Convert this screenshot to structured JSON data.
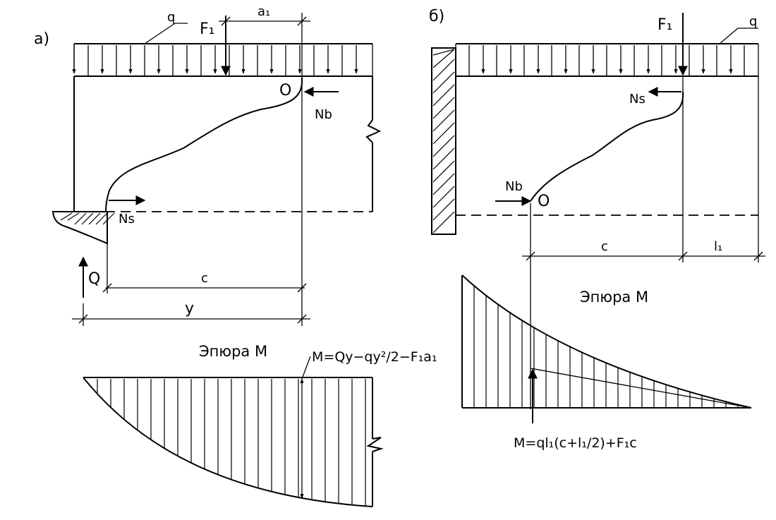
{
  "panels": {
    "a": {
      "panel_label": "а)",
      "load_label": "q",
      "force_label": "F₁",
      "dim_a1": "a₁",
      "point_O": "O",
      "force_Nb": "Nb",
      "force_Ns": "Ns",
      "reaction_Q": "Q",
      "dim_c": "c",
      "dim_y": "y",
      "diagram_title": "Эпюра М",
      "formula_text": "M=Qy−qy²/2−F₁a₁"
    },
    "b": {
      "panel_label": "б)",
      "load_label": "q",
      "force_label": "F₁",
      "point_O": "O",
      "force_Ns": "Ns",
      "force_Nb": "Nb",
      "dim_c": "c",
      "dim_l1": "l₁",
      "diagram_title": "Эпюра М",
      "formula_text": "M=ql₁(c+l₁/2)+F₁c"
    }
  }
}
